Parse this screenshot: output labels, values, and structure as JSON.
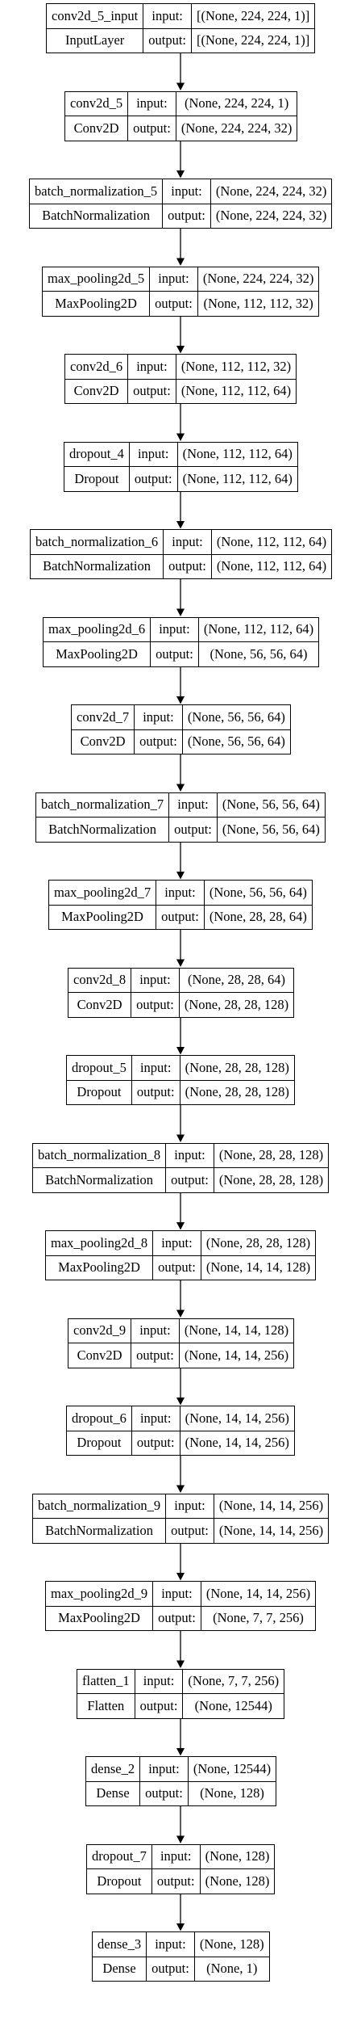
{
  "layers": [
    {
      "name": "conv2d_5_input",
      "type": "InputLayer",
      "input": "[(None, 224, 224, 1)]",
      "output": "[(None, 224, 224, 1)]"
    },
    {
      "name": "conv2d_5",
      "type": "Conv2D",
      "input": "(None, 224, 224, 1)",
      "output": "(None, 224, 224, 32)"
    },
    {
      "name": "batch_normalization_5",
      "type": "BatchNormalization",
      "input": "(None, 224, 224, 32)",
      "output": "(None, 224, 224, 32)"
    },
    {
      "name": "max_pooling2d_5",
      "type": "MaxPooling2D",
      "input": "(None, 224, 224, 32)",
      "output": "(None, 112, 112, 32)"
    },
    {
      "name": "conv2d_6",
      "type": "Conv2D",
      "input": "(None, 112, 112, 32)",
      "output": "(None, 112, 112, 64)"
    },
    {
      "name": "dropout_4",
      "type": "Dropout",
      "input": "(None, 112, 112, 64)",
      "output": "(None, 112, 112, 64)"
    },
    {
      "name": "batch_normalization_6",
      "type": "BatchNormalization",
      "input": "(None, 112, 112, 64)",
      "output": "(None, 112, 112, 64)"
    },
    {
      "name": "max_pooling2d_6",
      "type": "MaxPooling2D",
      "input": "(None, 112, 112, 64)",
      "output": "(None, 56, 56, 64)"
    },
    {
      "name": "conv2d_7",
      "type": "Conv2D",
      "input": "(None, 56, 56, 64)",
      "output": "(None, 56, 56, 64)"
    },
    {
      "name": "batch_normalization_7",
      "type": "BatchNormalization",
      "input": "(None, 56, 56, 64)",
      "output": "(None, 56, 56, 64)"
    },
    {
      "name": "max_pooling2d_7",
      "type": "MaxPooling2D",
      "input": "(None, 56, 56, 64)",
      "output": "(None, 28, 28, 64)"
    },
    {
      "name": "conv2d_8",
      "type": "Conv2D",
      "input": "(None, 28, 28, 64)",
      "output": "(None, 28, 28, 128)"
    },
    {
      "name": "dropout_5",
      "type": "Dropout",
      "input": "(None, 28, 28, 128)",
      "output": "(None, 28, 28, 128)"
    },
    {
      "name": "batch_normalization_8",
      "type": "BatchNormalization",
      "input": "(None, 28, 28, 128)",
      "output": "(None, 28, 28, 128)"
    },
    {
      "name": "max_pooling2d_8",
      "type": "MaxPooling2D",
      "input": "(None, 28, 28, 128)",
      "output": "(None, 14, 14, 128)"
    },
    {
      "name": "conv2d_9",
      "type": "Conv2D",
      "input": "(None, 14, 14, 128)",
      "output": "(None, 14, 14, 256)"
    },
    {
      "name": "dropout_6",
      "type": "Dropout",
      "input": "(None, 14, 14, 256)",
      "output": "(None, 14, 14, 256)"
    },
    {
      "name": "batch_normalization_9",
      "type": "BatchNormalization",
      "input": "(None, 14, 14, 256)",
      "output": "(None, 14, 14, 256)"
    },
    {
      "name": "max_pooling2d_9",
      "type": "MaxPooling2D",
      "input": "(None, 14, 14, 256)",
      "output": "(None, 7, 7, 256)"
    },
    {
      "name": "flatten_1",
      "type": "Flatten",
      "input": "(None, 7, 7, 256)",
      "output": "(None, 12544)"
    },
    {
      "name": "dense_2",
      "type": "Dense",
      "input": "(None, 12544)",
      "output": "(None, 128)"
    },
    {
      "name": "dropout_7",
      "type": "Dropout",
      "input": "(None, 128)",
      "output": "(None, 128)"
    },
    {
      "name": "dense_3",
      "type": "Dense",
      "input": "(None, 128)",
      "output": "(None, 1)"
    }
  ],
  "labels": {
    "input": "input:",
    "output": "output:"
  }
}
